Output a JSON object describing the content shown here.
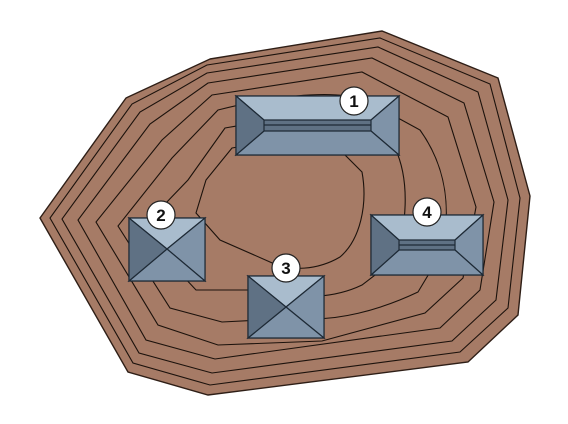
{
  "colors": {
    "terrain": "#a67b66",
    "terrain_edge": "#2e1e16",
    "contour": "#1c120c",
    "roof_dark": "#5f7184",
    "roof_mid": "#7f93a8",
    "roof_light": "#a9bccd",
    "roof_edge": "#1e2a36",
    "marker_fill": "#ffffff",
    "marker_stroke": "#222222"
  },
  "markers": [
    {
      "id": "1",
      "label": "1"
    },
    {
      "id": "2",
      "label": "2"
    },
    {
      "id": "3",
      "label": "3"
    },
    {
      "id": "4",
      "label": "4"
    }
  ]
}
